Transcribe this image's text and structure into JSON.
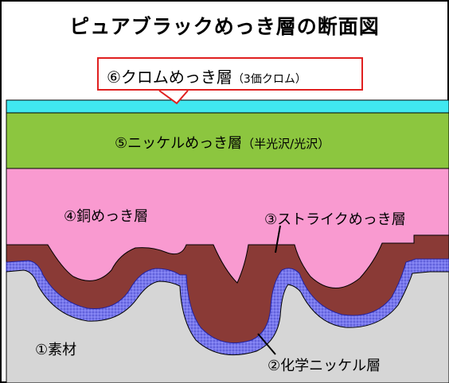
{
  "diagram": {
    "title": "ピュアブラックめっき層の断面図",
    "layers": {
      "chrome": {
        "label": "⑥クロムめっき層",
        "note": "（3価クロム）",
        "color": "#40e8f0"
      },
      "nickel": {
        "label": "⑤ニッケルめっき層",
        "note": "（半光沢/光沢）",
        "color": "#8cc63f"
      },
      "copper": {
        "label": "④銅めっき層",
        "color": "#f99ad0"
      },
      "strike": {
        "label": "③ストライクめっき層",
        "color": "#8a3a36"
      },
      "chemical_nickel": {
        "label": "②化学ニッケル層",
        "color": "#7070e6"
      },
      "base": {
        "label": "①素材",
        "color": "#d6d6d6"
      }
    },
    "callout_border_color": "#e02020"
  }
}
